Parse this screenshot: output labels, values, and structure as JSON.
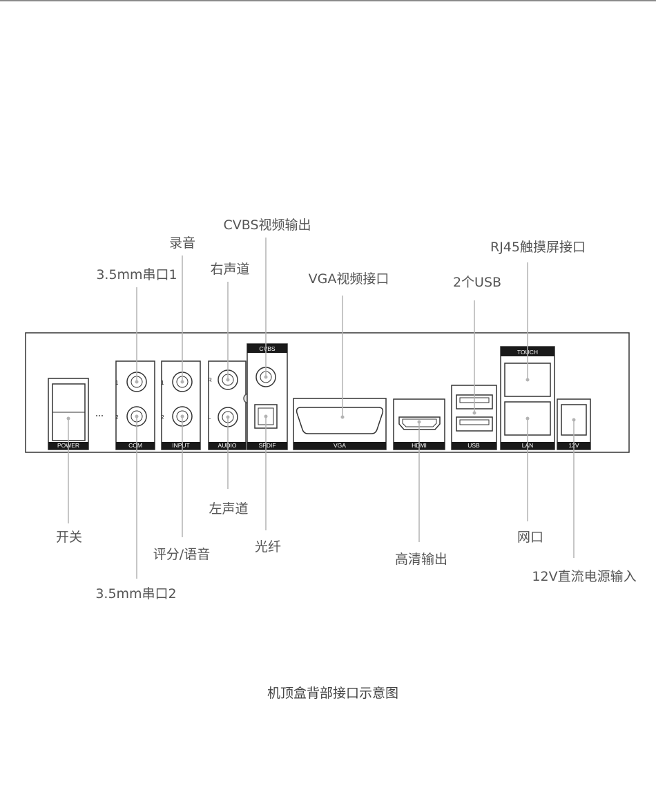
{
  "callouts": {
    "com1": "3.5mm串口1",
    "record": "录音",
    "right_ch": "右声道",
    "cvbs_out": "CVBS视频输出",
    "vga": "VGA视频接口",
    "usb2": "2个USB",
    "rj45": "RJ45触摸屏接口",
    "switch": "开关",
    "score": "评分/语音",
    "com2": "3.5mm串口2",
    "left_ch": "左声道",
    "optical": "光纤",
    "hdmi_out": "高清输出",
    "lan_port": "网口",
    "dc12": "12V直流电源输入"
  },
  "panel": {
    "power": "POWER",
    "com": "COM",
    "input": "INPUT",
    "audio": "AUDIO",
    "spdif": "SPDIF",
    "cvbs": "CVBS",
    "vga": "VGA",
    "hdmi": "HDMI",
    "usb": "USB",
    "lan": "LAN",
    "touch": "TOUCH",
    "v12": "12V",
    "n1": "1",
    "n2": "2",
    "r": "R",
    "l": "L"
  },
  "caption": "机顶盒背部接口示意图"
}
